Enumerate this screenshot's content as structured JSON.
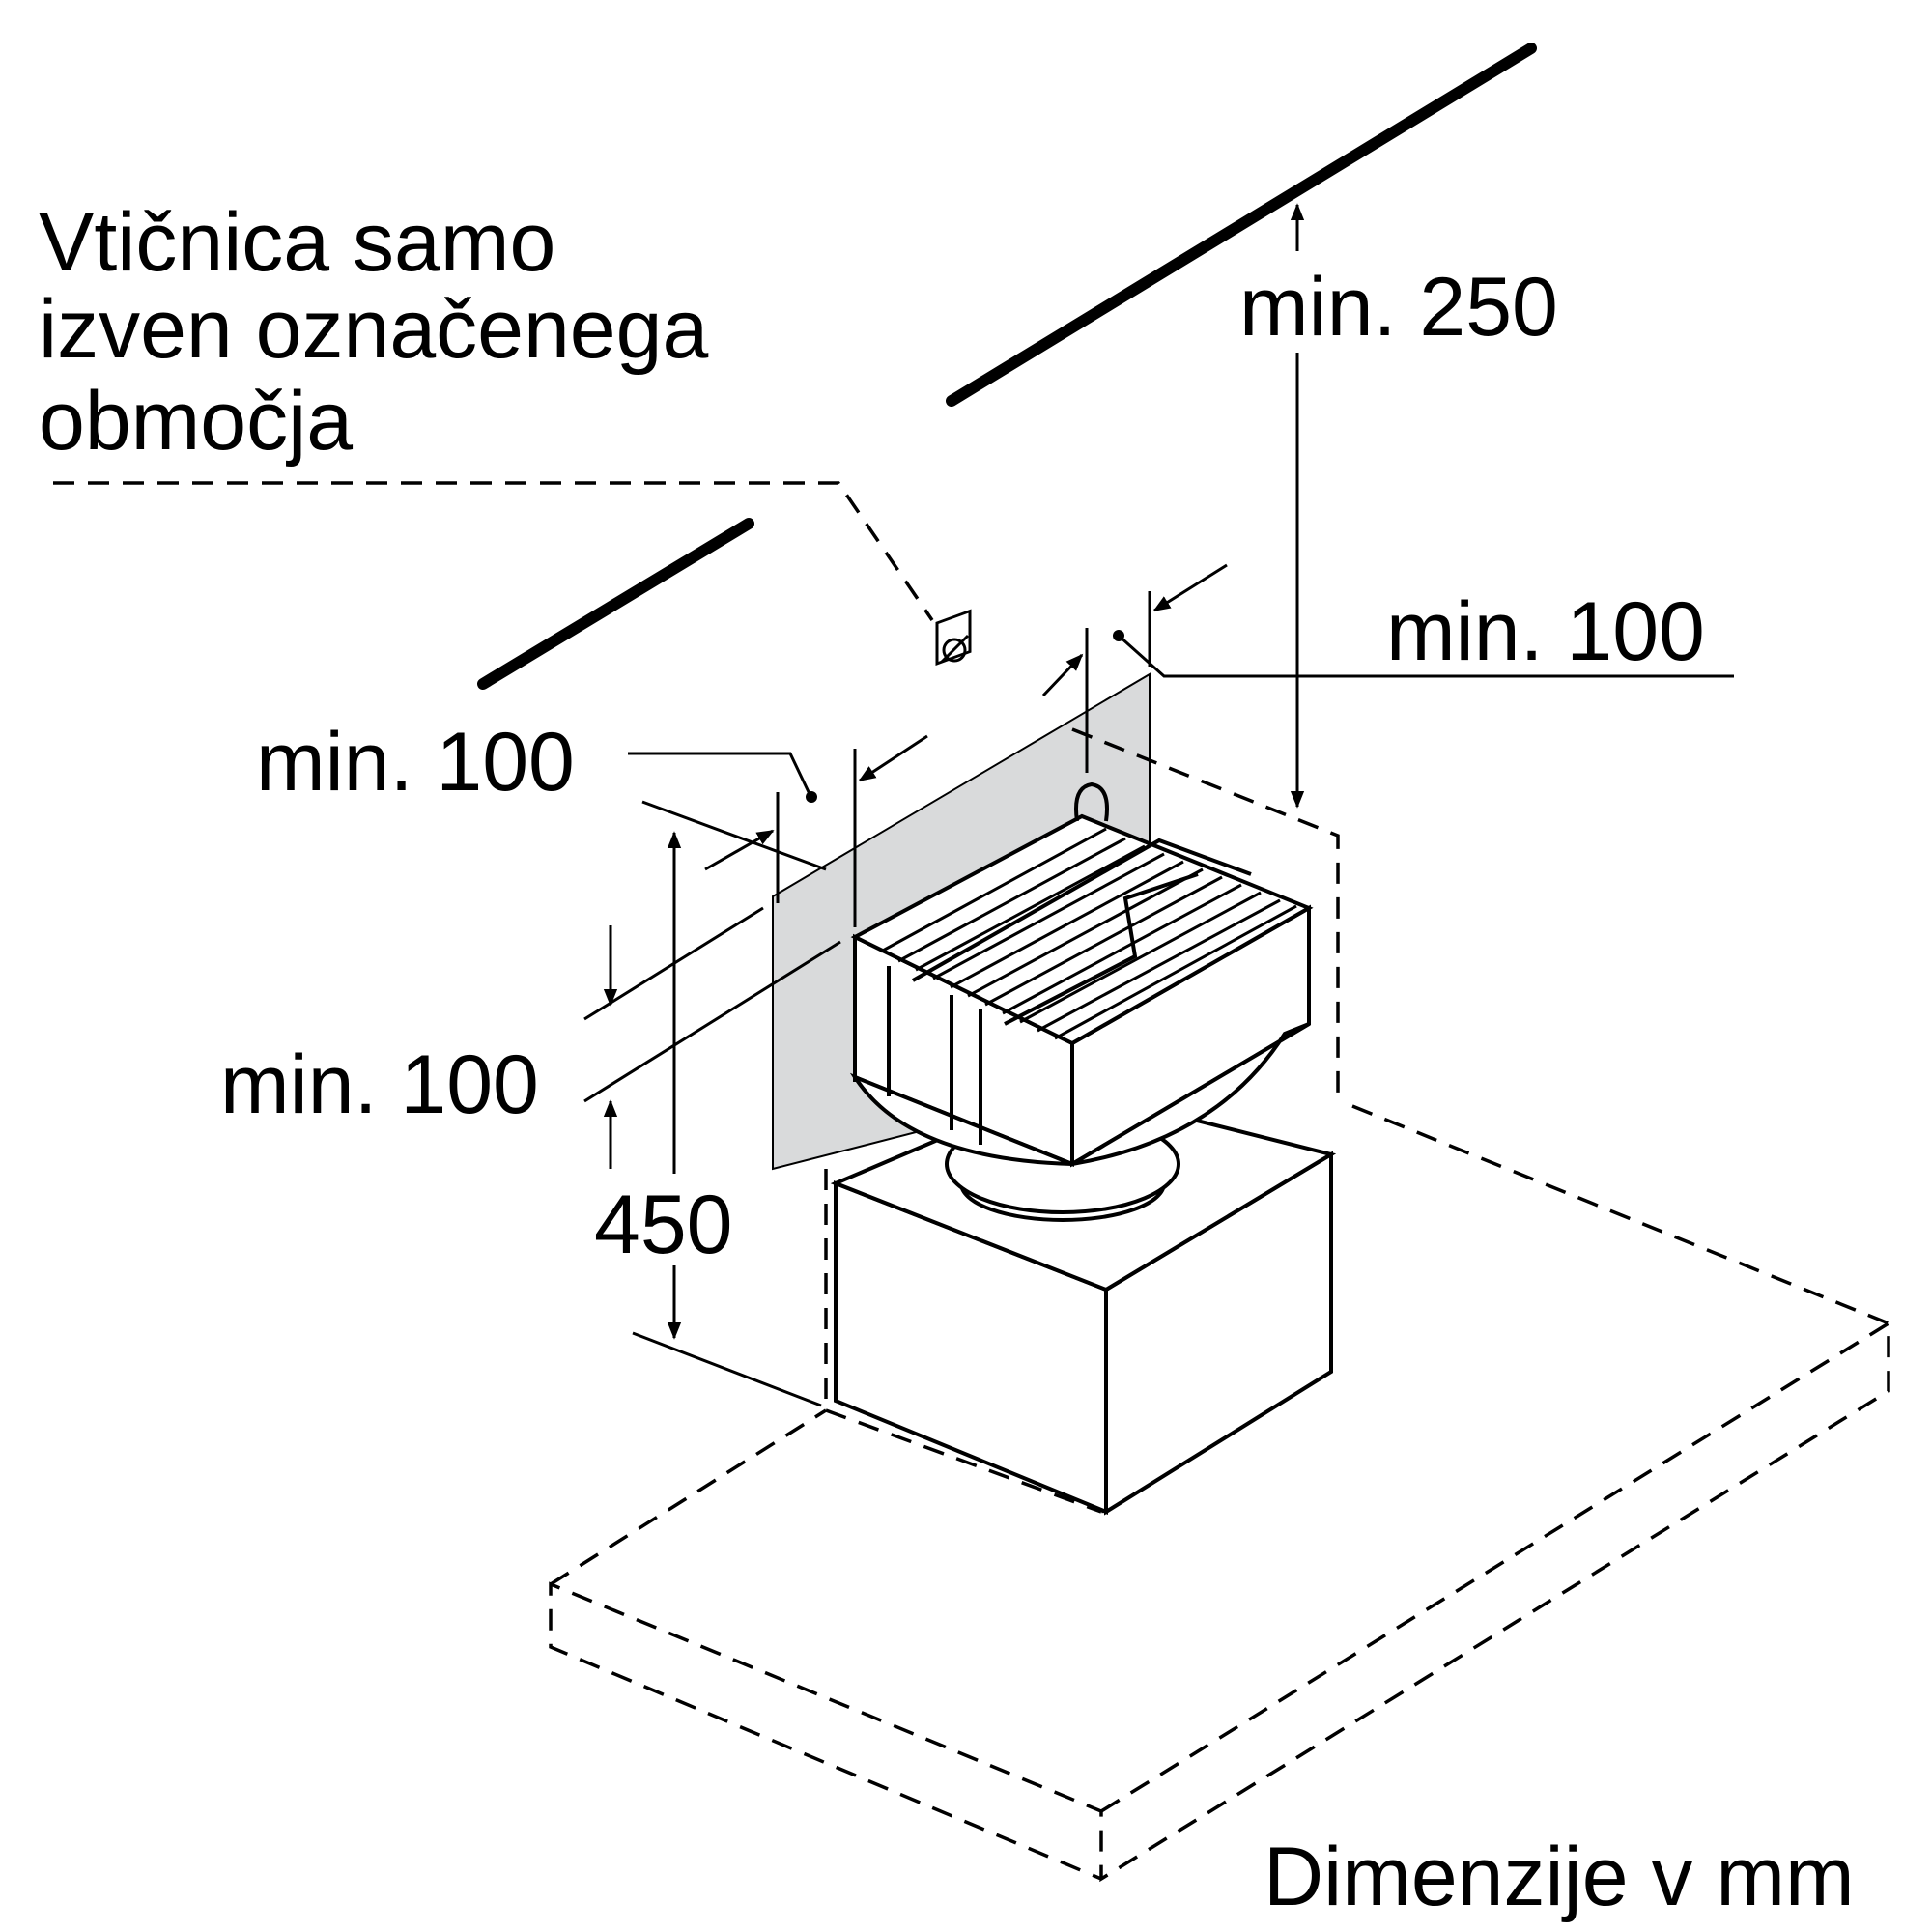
{
  "labels": {
    "socket_note": [
      "Vtičnica samo",
      "izven označenega",
      "območja"
    ],
    "min_250": "min. 250",
    "min_100_right": "min. 100",
    "min_100_left": "min. 100",
    "min_100_lower": "min. 100",
    "height_450": "450",
    "units": "Dimenzije v mm"
  },
  "colors": {
    "zone_fill": "#d9dadb",
    "line": "#000000",
    "background": "#ffffff"
  }
}
